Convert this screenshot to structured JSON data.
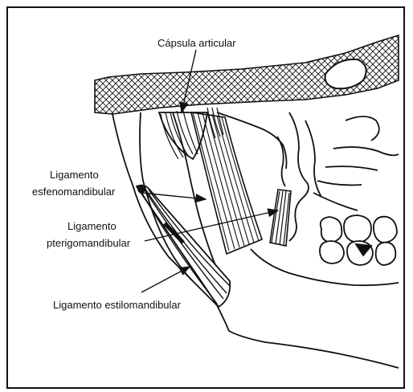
{
  "labels": {
    "capsula": "Cápsula articular",
    "esfeno_line1": "Ligamento",
    "esfeno_line2": "esfenomandibular",
    "pterigo_line1": "Ligamento",
    "pterigo_line2": "pterigomandibular",
    "estilo": "Ligamento estilomandibular"
  },
  "colors": {
    "ink": "#111111",
    "background": "#ffffff"
  }
}
